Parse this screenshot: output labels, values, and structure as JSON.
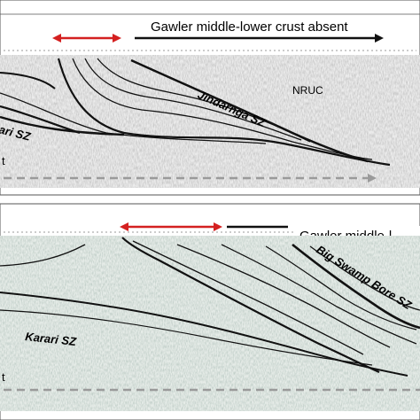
{
  "top_panel": {
    "header_text": "Gawler middle-lower crust absent",
    "labels": {
      "jindarnga": "Jindarnga SZ",
      "nruc": "NRUC",
      "karari_partial": "ari SZ",
      "left_edge": "t"
    }
  },
  "bottom_panel": {
    "header_text": "Gawler middle-l",
    "labels": {
      "big_swamp": "Big Swamp Bore SZ",
      "karari": "Karari SZ",
      "left_edge": "t"
    }
  },
  "colors": {
    "arrow_red": "#d42020",
    "line": "#111111",
    "dashed": "#9a9a9a",
    "panel_border": "#555555"
  }
}
